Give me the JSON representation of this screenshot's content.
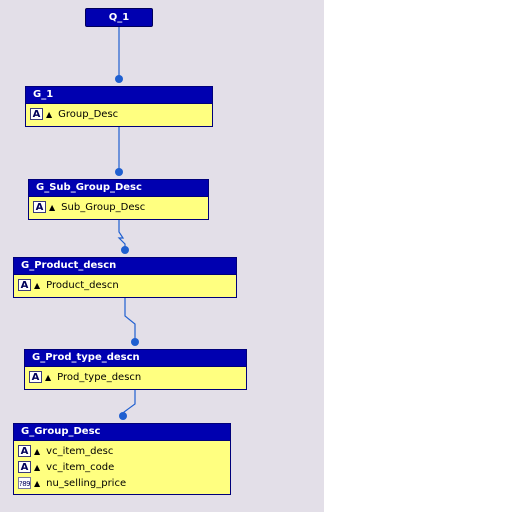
{
  "query": {
    "label": "Q_1"
  },
  "groups": [
    {
      "name": "G_1",
      "fields": [
        {
          "name": "Group_Desc",
          "type": "char",
          "icon": "char-type-icon"
        }
      ]
    },
    {
      "name": "G_Sub_Group_Desc",
      "fields": [
        {
          "name": "Sub_Group_Desc",
          "type": "char",
          "icon": "char-type-icon"
        }
      ]
    },
    {
      "name": "G_Product_descn",
      "fields": [
        {
          "name": "Product_descn",
          "type": "char",
          "icon": "char-type-icon"
        }
      ]
    },
    {
      "name": "G_Prod_type_descn",
      "fields": [
        {
          "name": "Prod_type_descn",
          "type": "char",
          "icon": "char-type-icon"
        }
      ]
    },
    {
      "name": "G_Group_Desc",
      "fields": [
        {
          "name": "vc_item_desc",
          "type": "char",
          "icon": "char-type-icon"
        },
        {
          "name": "vc_item_code",
          "type": "char",
          "icon": "char-type-icon"
        },
        {
          "name": "nu_selling_price",
          "type": "number",
          "icon": "number-type-icon"
        }
      ]
    }
  ],
  "icons": {
    "char_glyph": "A",
    "number_glyph": "?89",
    "break_arrow_glyph": "▲"
  },
  "colors": {
    "canvas": "#e3dfe8",
    "header": "#0000b0",
    "body": "#ffff80",
    "connector": "#1f5fd0"
  }
}
